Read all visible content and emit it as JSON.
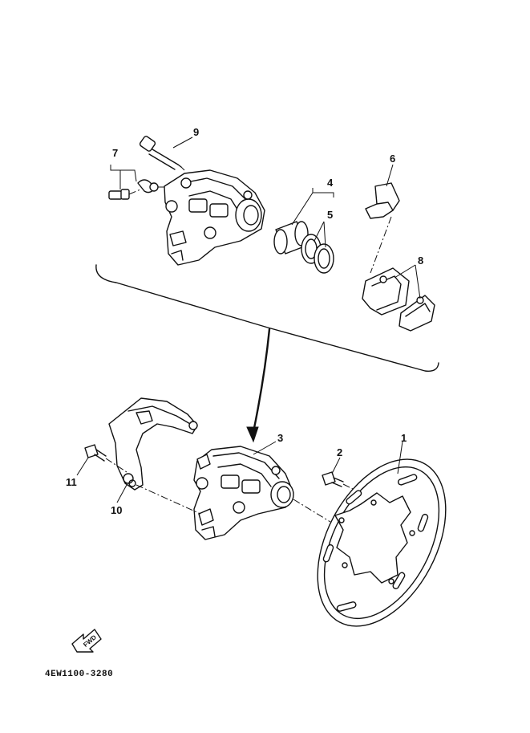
{
  "labels": {
    "p1": "1",
    "p2": "2",
    "p3": "3",
    "p4": "4",
    "p5": "5",
    "p6": "6",
    "p7": "7",
    "p8": "8",
    "p9": "9",
    "p10": "10",
    "p11": "11"
  },
  "fwd_label": "FWD",
  "diagram_code": "4EW1100-3280"
}
